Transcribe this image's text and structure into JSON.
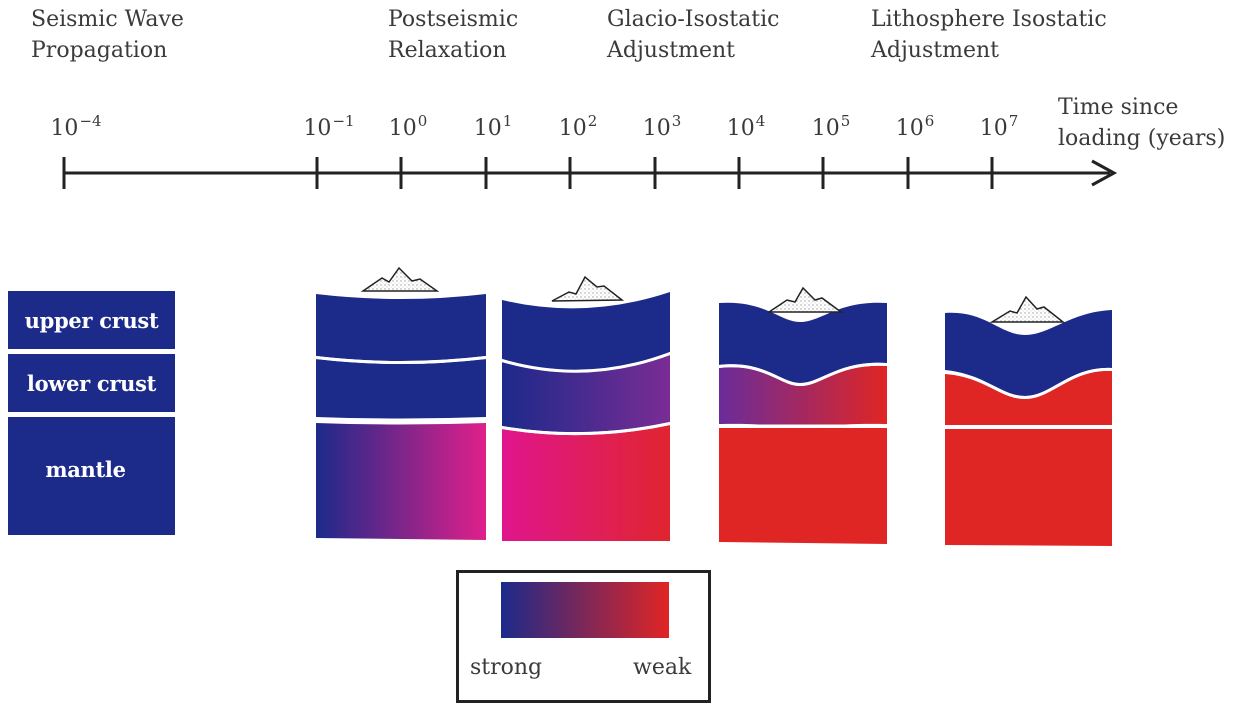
{
  "phases": [
    {
      "line1": "Seismic Wave",
      "line2": "Propagation"
    },
    {
      "line1": "Postseismic",
      "line2": "Relaxation"
    },
    {
      "line1": "Glacio-Isostatic",
      "line2": "Adjustment"
    },
    {
      "line1": "Lithosphere Isostatic",
      "line2": "Adjustment"
    }
  ],
  "axis": {
    "title_line1": "Time since",
    "title_line2": "loading (years)",
    "tick_base": "10",
    "ticks": [
      {
        "exp": "-4"
      },
      {
        "exp": "-1"
      },
      {
        "exp": "0"
      },
      {
        "exp": "1"
      },
      {
        "exp": "2"
      },
      {
        "exp": "3"
      },
      {
        "exp": "4"
      },
      {
        "exp": "5"
      },
      {
        "exp": "6"
      },
      {
        "exp": "7"
      }
    ]
  },
  "layers": {
    "upper": "upper crust",
    "lower": "lower crust",
    "mantle": "mantle"
  },
  "legend": {
    "strong": "strong",
    "weak": "weak"
  },
  "colors": {
    "strong": "#1c2a8a",
    "weak": "#e02525",
    "intermediate": "#e0208a"
  }
}
